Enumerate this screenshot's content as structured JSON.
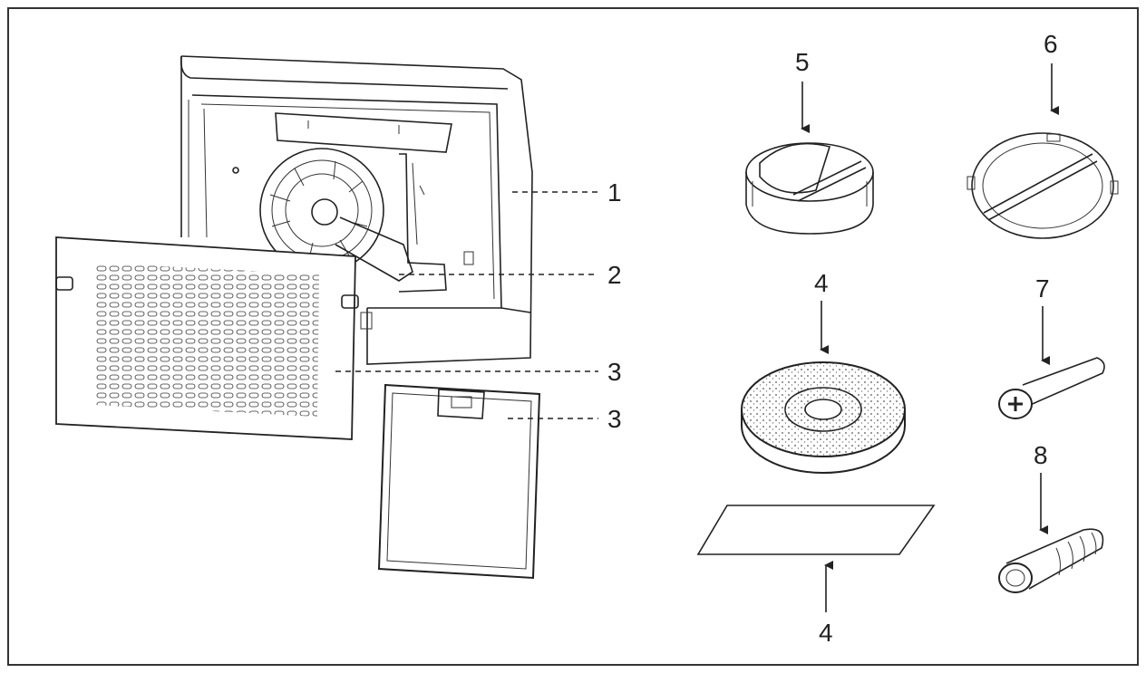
{
  "labels": {
    "hood_body": "1",
    "fan_motor": "2",
    "front_panel": "3",
    "grease_filter": "3",
    "carbon_filter": "4",
    "carbon_sheet": "4",
    "one_way_valve": "5",
    "flange_ring": "6",
    "screw": "7",
    "wall_plug": "8"
  },
  "colors": {
    "line": "#222222",
    "frame": "#333333",
    "background": "#ffffff"
  }
}
